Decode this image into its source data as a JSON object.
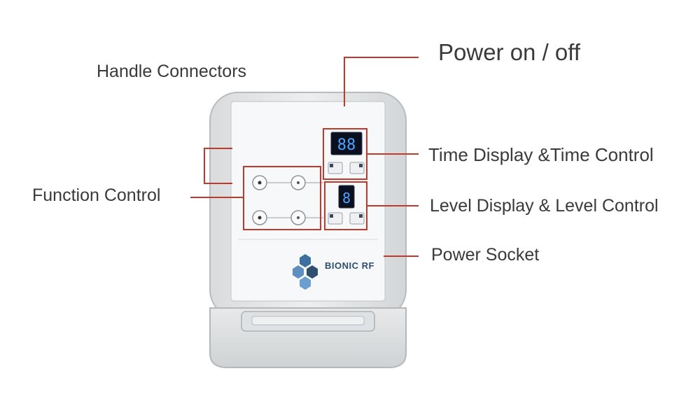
{
  "callouts": {
    "power": "Power on / off",
    "handle": "Handle Connectors",
    "function": "Function Control",
    "time": "Time Display &Time Control",
    "level": "Level Display & Level Control",
    "socket": "Power Socket"
  },
  "device": {
    "brand_logo": "BIONIC RF"
  },
  "colors": {
    "callout_line": "#c0392b",
    "label_text": "#3a3a3a",
    "display_digits": "#4aa3ff",
    "display_bg": "#0b1020"
  }
}
